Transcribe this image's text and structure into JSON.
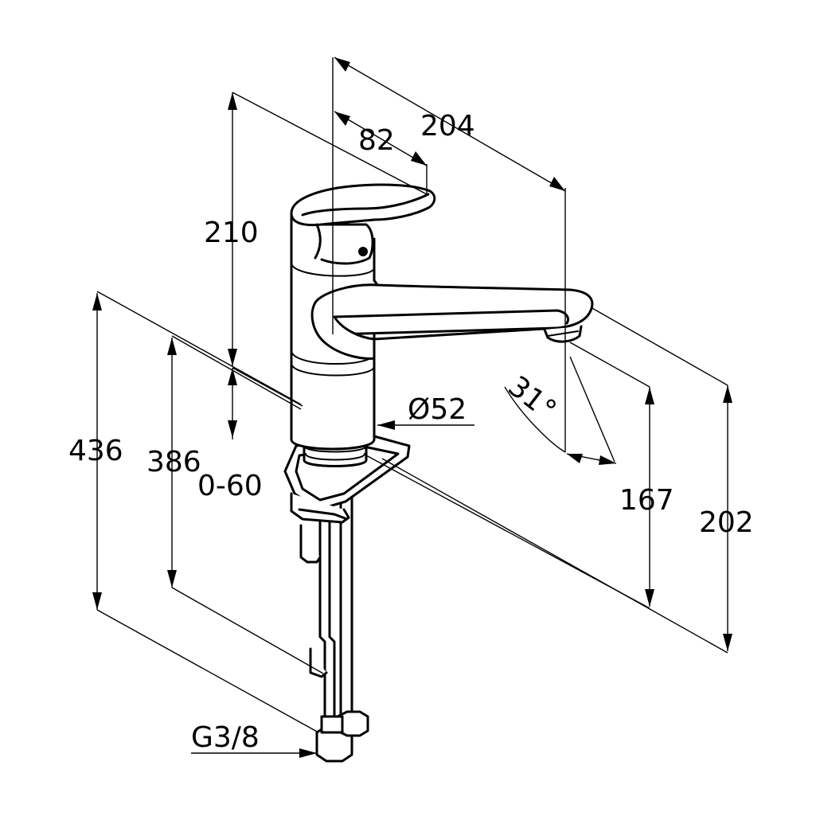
{
  "dimensions": {
    "spout_reach": "204",
    "lever_reach": "82",
    "body_height": "210",
    "diameter": "Ø52",
    "total_height": "436",
    "hose_length": "386",
    "deck_thickness": "0-60",
    "swivel_angle": "31°",
    "spout_clearance": "167",
    "spout_height": "202",
    "connection": "G3/8"
  },
  "colors": {
    "line": "#000000",
    "background": "#ffffff"
  }
}
